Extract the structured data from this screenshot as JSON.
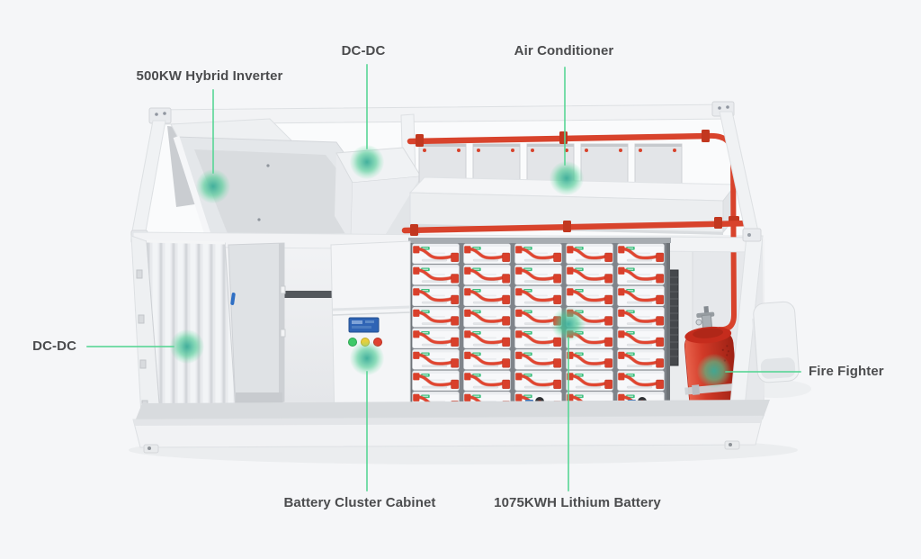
{
  "colors": {
    "background": "#f5f6f8",
    "callout_green": "#57d695",
    "label_text": "#4b4c4e",
    "pipe_red": "#d8432c",
    "extinguisher_red": "#d23a28",
    "battery_cable_red": "#e14530",
    "screen_blue": "#2f64b5",
    "indicator_green": "#3ec968",
    "indicator_yellow": "#e8cf3a",
    "indicator_red": "#e04231"
  },
  "callouts": {
    "hybrid_inverter": {
      "label": "500KW Hybrid Inverter"
    },
    "dcdc_top": {
      "label": "DC-DC"
    },
    "air_conditioner": {
      "label": "Air Conditioner"
    },
    "dcdc_left": {
      "label": "DC-DC"
    },
    "fire_fighter": {
      "label": "Fire Fighter"
    },
    "battery_cluster_cabinet": {
      "label": "Battery Cluster Cabinet"
    },
    "lithium_battery": {
      "label": "1075KWH Lithium Battery"
    }
  }
}
